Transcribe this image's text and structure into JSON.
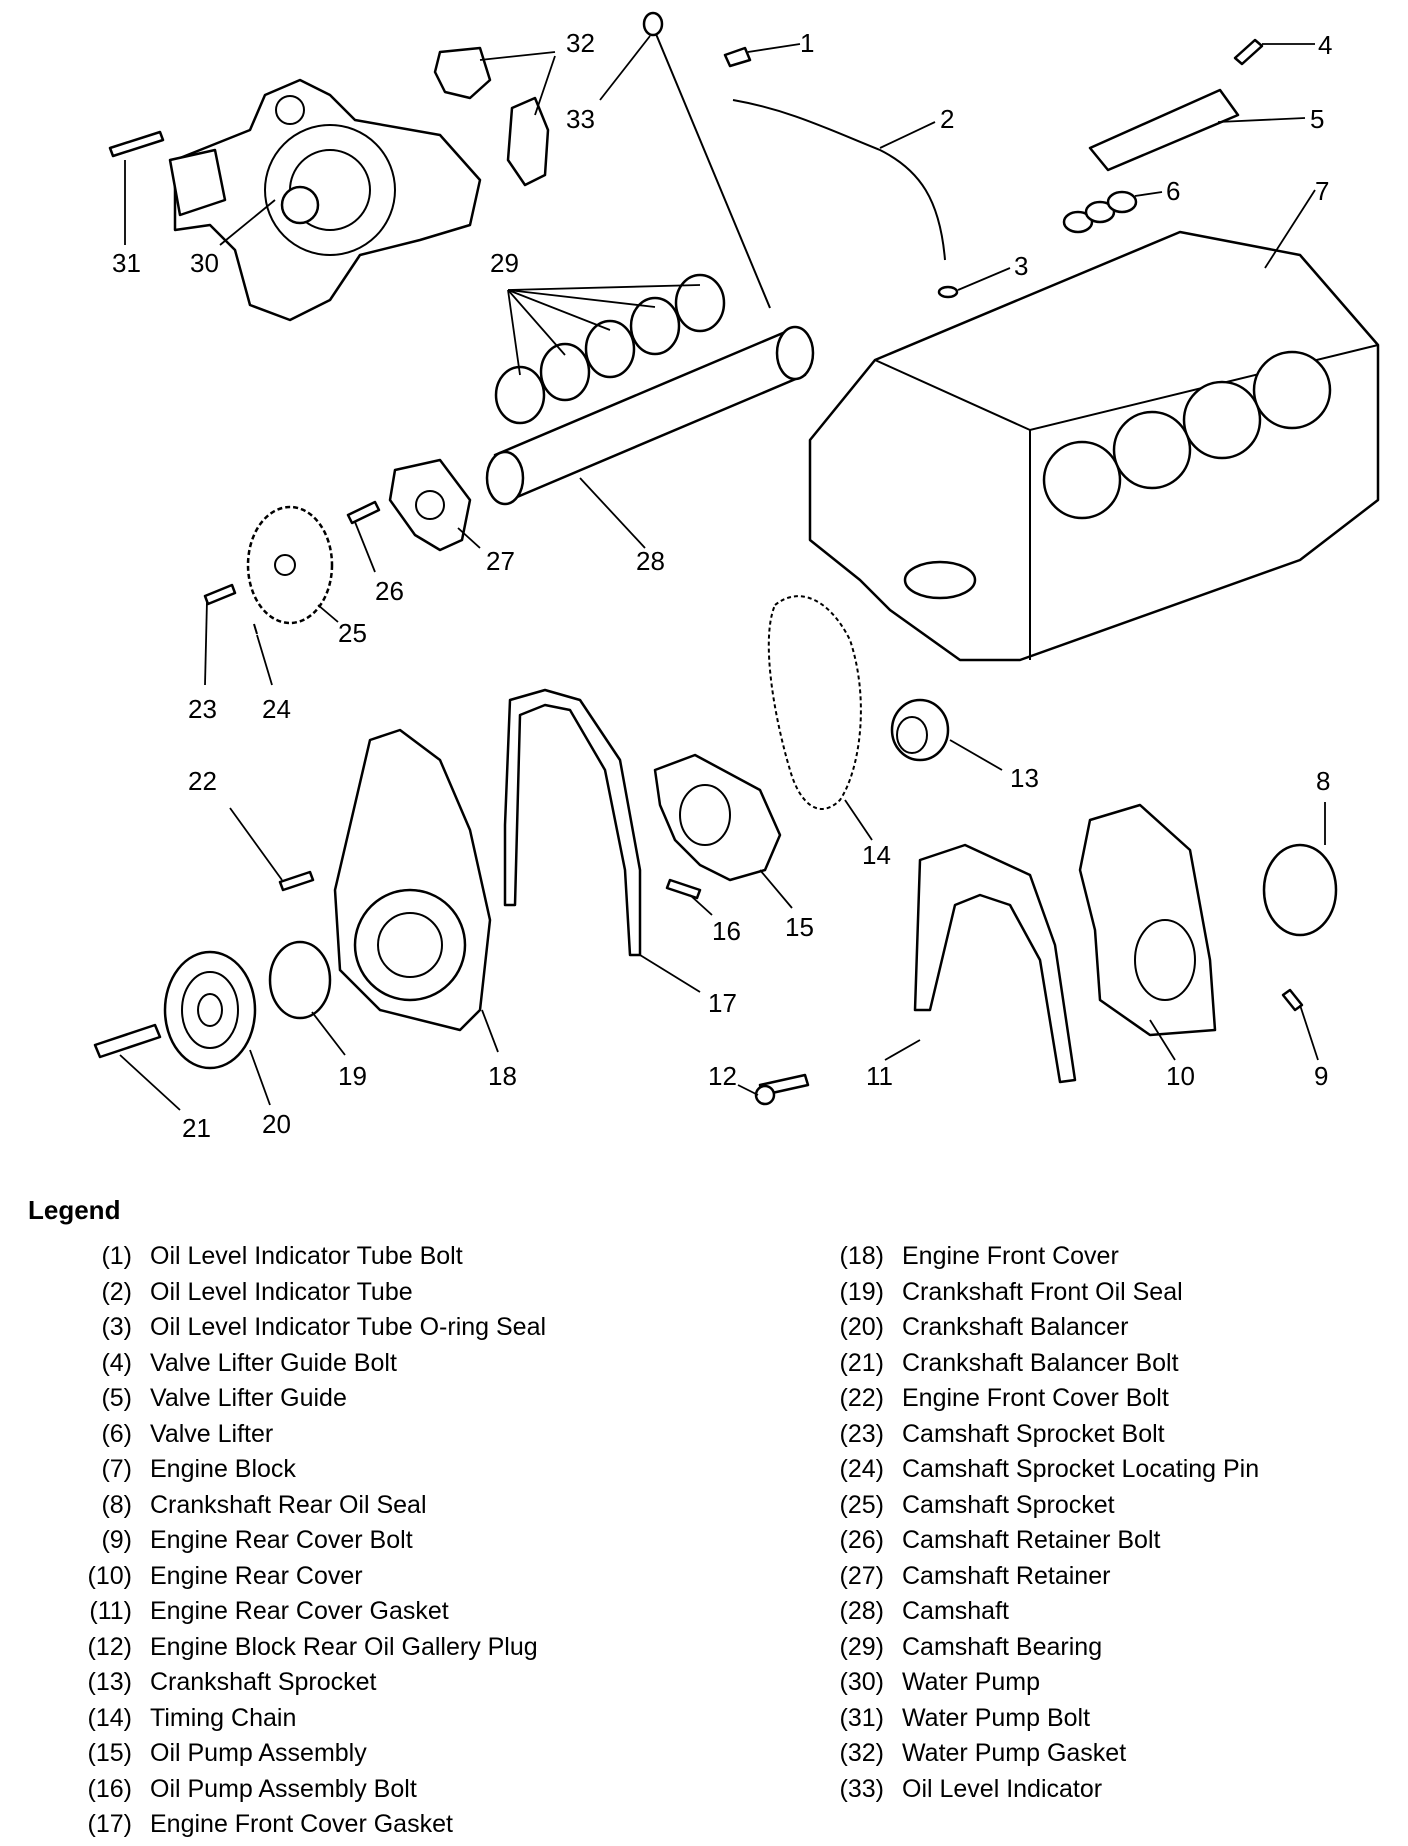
{
  "diagram": {
    "callouts": [
      "1",
      "2",
      "3",
      "4",
      "5",
      "6",
      "7",
      "8",
      "9",
      "10",
      "11",
      "12",
      "13",
      "14",
      "15",
      "16",
      "17",
      "18",
      "19",
      "20",
      "21",
      "22",
      "23",
      "24",
      "25",
      "26",
      "27",
      "28",
      "29",
      "30",
      "31",
      "32",
      "33"
    ]
  },
  "legend": {
    "title": "Legend",
    "left": [
      {
        "num": "(1)",
        "label": "Oil Level Indicator Tube Bolt"
      },
      {
        "num": "(2)",
        "label": "Oil Level Indicator Tube"
      },
      {
        "num": "(3)",
        "label": "Oil Level Indicator Tube O-ring Seal"
      },
      {
        "num": "(4)",
        "label": "Valve Lifter Guide Bolt"
      },
      {
        "num": "(5)",
        "label": "Valve Lifter Guide"
      },
      {
        "num": "(6)",
        "label": "Valve Lifter"
      },
      {
        "num": "(7)",
        "label": "Engine Block"
      },
      {
        "num": "(8)",
        "label": "Crankshaft Rear Oil Seal"
      },
      {
        "num": "(9)",
        "label": "Engine Rear Cover Bolt"
      },
      {
        "num": "(10)",
        "label": "Engine Rear Cover"
      },
      {
        "num": "(11)",
        "label": "Engine Rear Cover Gasket"
      },
      {
        "num": "(12)",
        "label": "Engine Block Rear Oil Gallery Plug"
      },
      {
        "num": "(13)",
        "label": "Crankshaft Sprocket"
      },
      {
        "num": "(14)",
        "label": "Timing Chain"
      },
      {
        "num": "(15)",
        "label": "Oil Pump Assembly"
      },
      {
        "num": "(16)",
        "label": "Oil Pump Assembly Bolt"
      },
      {
        "num": "(17)",
        "label": "Engine Front Cover Gasket"
      }
    ],
    "right": [
      {
        "num": "(18)",
        "label": "Engine Front Cover"
      },
      {
        "num": "(19)",
        "label": "Crankshaft Front Oil Seal"
      },
      {
        "num": "(20)",
        "label": "Crankshaft Balancer"
      },
      {
        "num": "(21)",
        "label": "Crankshaft Balancer Bolt"
      },
      {
        "num": "(22)",
        "label": "Engine Front Cover Bolt"
      },
      {
        "num": "(23)",
        "label": "Camshaft Sprocket Bolt"
      },
      {
        "num": "(24)",
        "label": "Camshaft Sprocket Locating Pin"
      },
      {
        "num": "(25)",
        "label": "Camshaft Sprocket"
      },
      {
        "num": "(26)",
        "label": "Camshaft Retainer Bolt"
      },
      {
        "num": "(27)",
        "label": "Camshaft Retainer"
      },
      {
        "num": "(28)",
        "label": "Camshaft"
      },
      {
        "num": "(29)",
        "label": "Camshaft Bearing"
      },
      {
        "num": "(30)",
        "label": "Water Pump"
      },
      {
        "num": "(31)",
        "label": "Water Pump Bolt"
      },
      {
        "num": "(32)",
        "label": "Water Pump Gasket"
      },
      {
        "num": "(33)",
        "label": "Oil Level Indicator"
      }
    ]
  }
}
